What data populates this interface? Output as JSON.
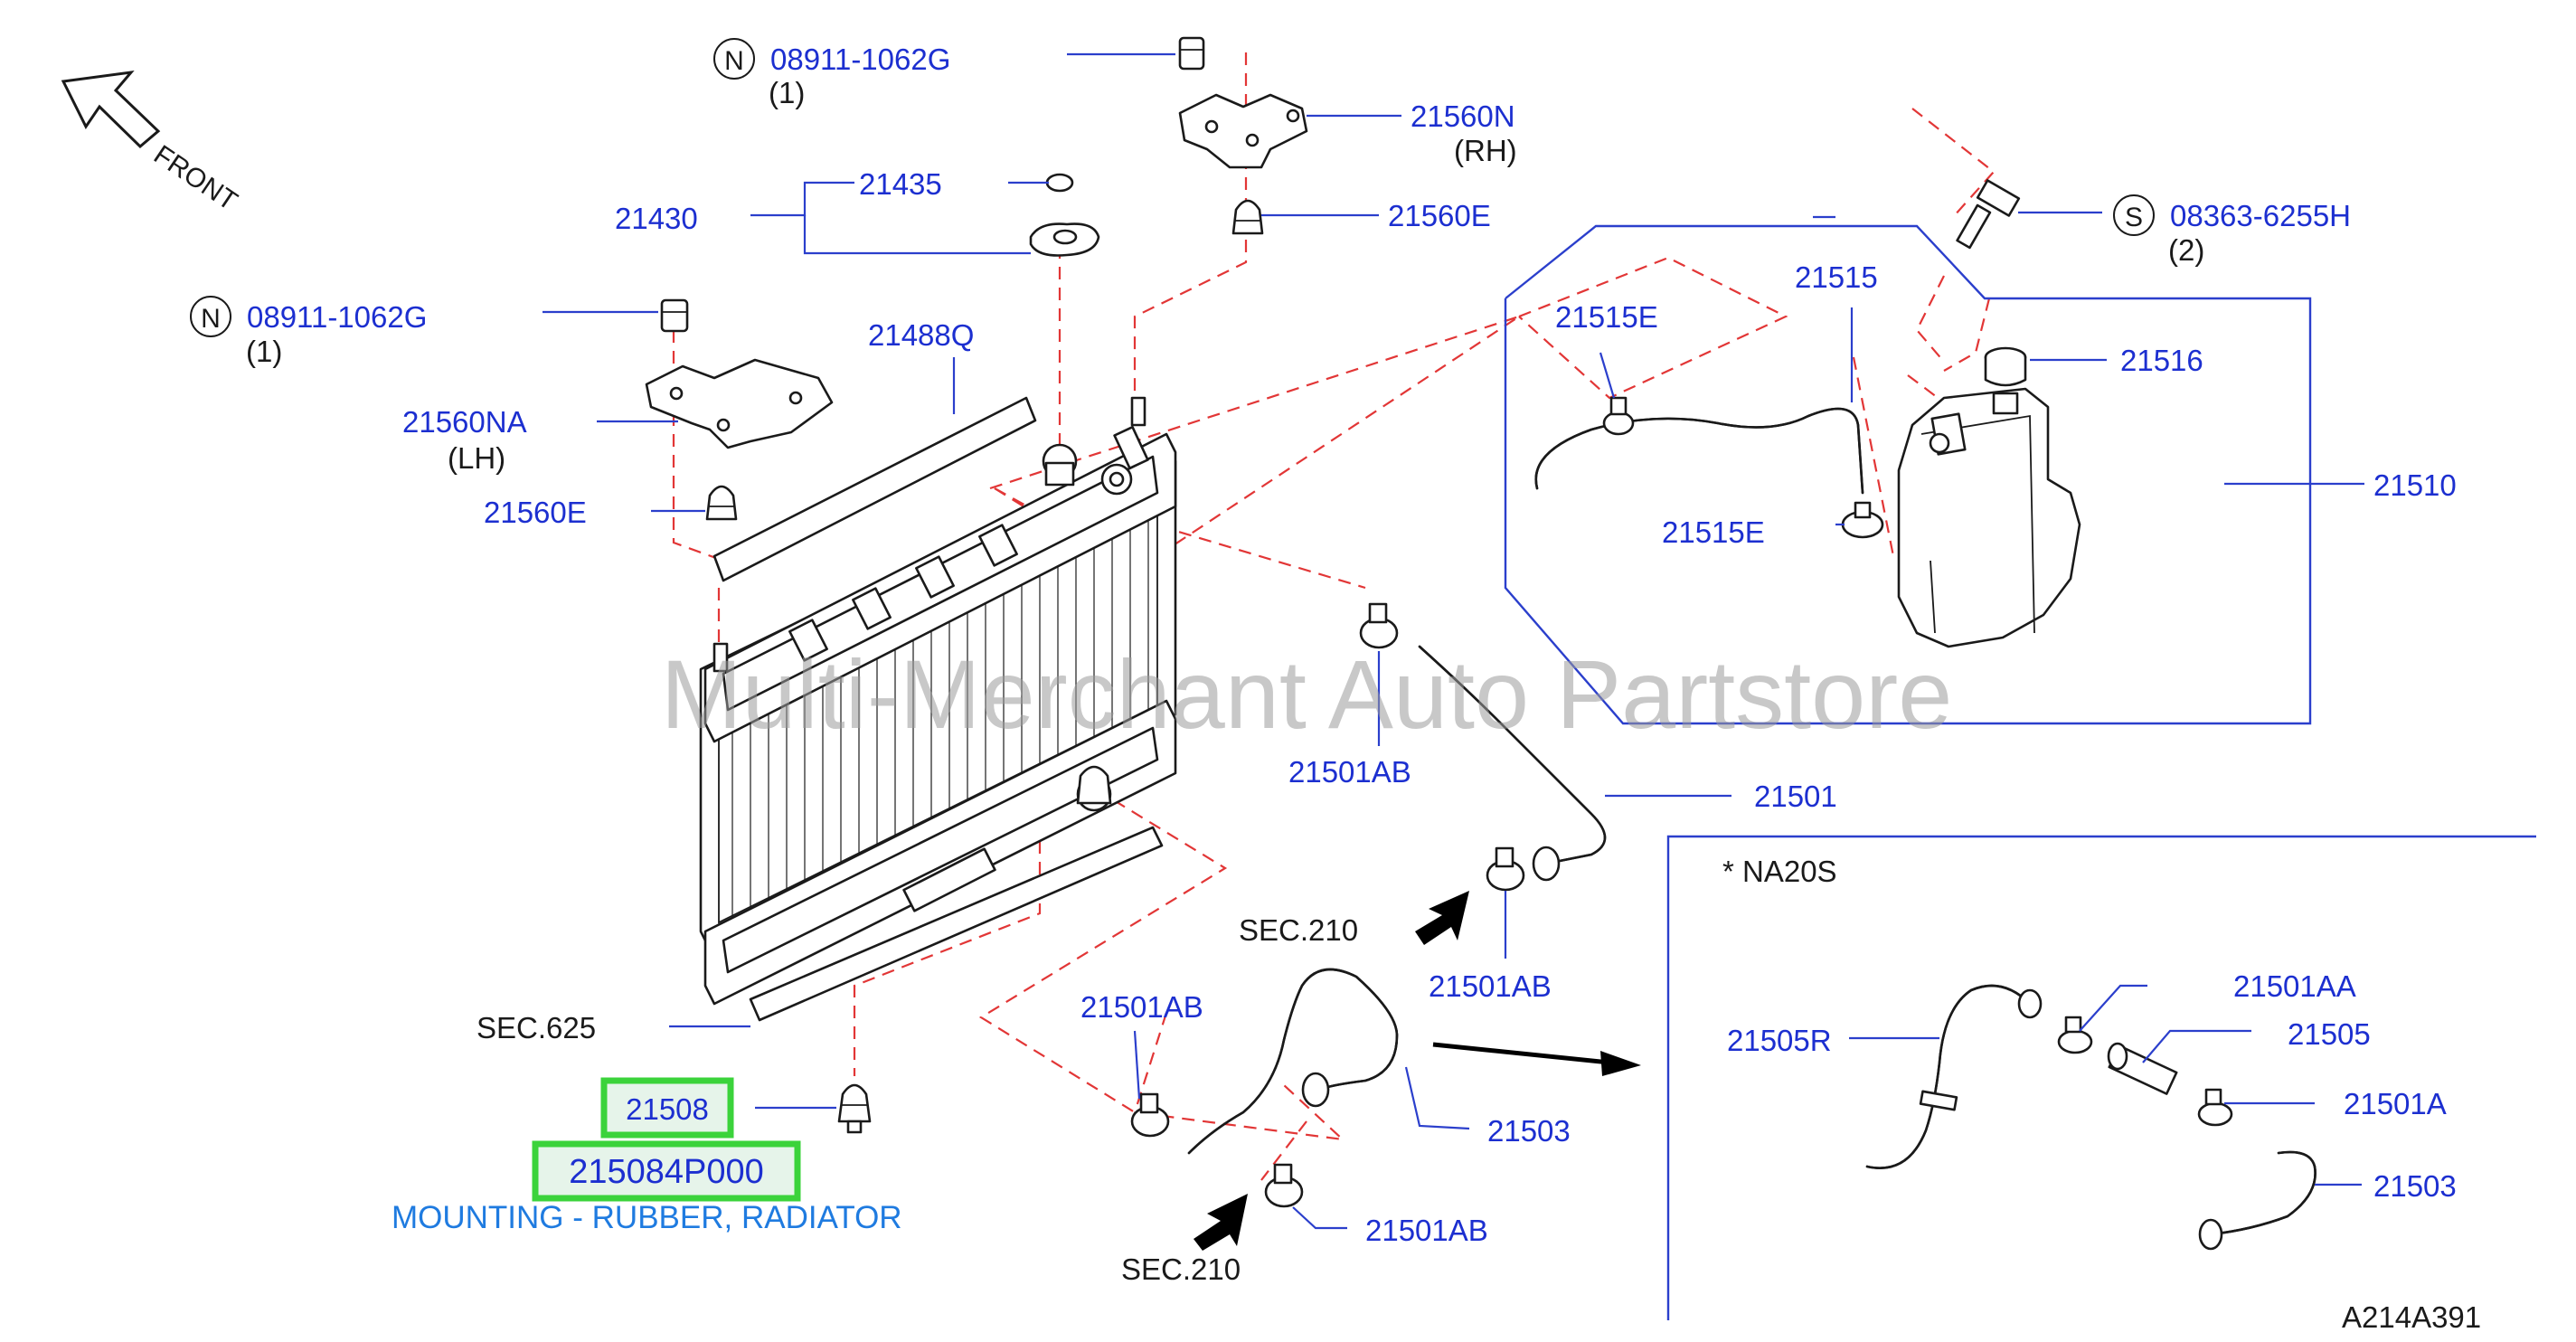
{
  "watermark": "Multi-Merchant Auto Partstore",
  "front_label": "FRONT",
  "diagram_code": "A214A391",
  "callouts": {
    "c1": {
      "badge": "N",
      "part": "08911-1062G",
      "qty": "(1)"
    },
    "c2": {
      "badge": "N",
      "part": "08911-1062G",
      "qty": "(1)"
    },
    "c3": {
      "badge": "S",
      "part": "08363-6255H",
      "qty": "(2)"
    }
  },
  "labels": {
    "p21560N": "21560N",
    "rh": "(RH)",
    "p21435": "21435",
    "p21430": "21430",
    "p21560E_top": "21560E",
    "p21488Q": "21488Q",
    "p21560NA": "21560NA",
    "lh": "(LH)",
    "p21560E_left": "21560E",
    "p21515": "21515",
    "p21515E_a": "21515E",
    "p21515E_b": "21515E",
    "p21516": "21516",
    "p21510": "21510",
    "p21501AB_a": "21501AB",
    "p21501": "21501",
    "p21501AB_b": "21501AB",
    "sec210_a": "SEC.210",
    "p21501AB_c": "21501AB",
    "sec625": "SEC.625",
    "p21508": "21508",
    "p21503": "21503",
    "p21501AB_d": "21501AB",
    "sec210_b": "SEC.210",
    "na20s": "*   NA20S",
    "p21505R": "21505R",
    "p21501AA": "21501AA",
    "p21505": "21505",
    "p21501A": "21501A",
    "p21503_b": "21503"
  },
  "highlight": {
    "part_number": "215084P000",
    "description": "MOUNTING - RUBBER, RADIATOR",
    "border_color": "#3bd33b",
    "fill_color": "#e6f4ea",
    "description_color": "#1f7be0"
  },
  "colors": {
    "label": "#1c2fd0",
    "leader": "#2b3fcc",
    "dashed_guide": "#e23636",
    "part_outline": "#1a1a1a"
  }
}
